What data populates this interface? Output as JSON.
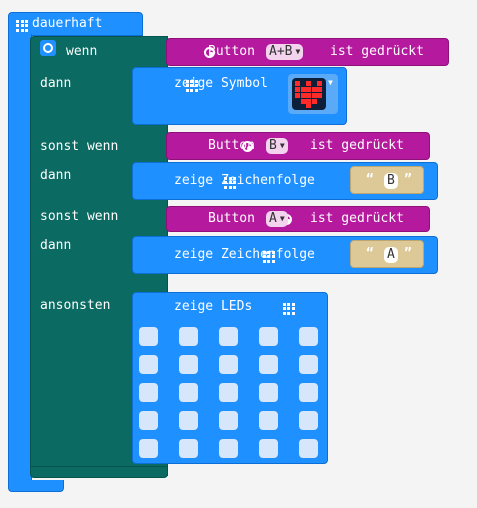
{
  "forever": {
    "label": "dauerhaft"
  },
  "if_block": {
    "if_label": "wenn",
    "then_label": "dann",
    "elseif_label": "sonst wenn",
    "else_label": "ansonsten"
  },
  "conditions": [
    {
      "prefix": "Button",
      "button": "A+B",
      "suffix": "ist gedrückt"
    },
    {
      "prefix": "Button",
      "button": "B",
      "suffix": "ist gedrückt"
    },
    {
      "prefix": "Button",
      "button": "A",
      "suffix": "ist gedrückt"
    }
  ],
  "actions": {
    "show_icon": "zeige Symbol",
    "show_string": "zeige Zeichenfolge",
    "string_b": "B",
    "string_a": "A",
    "show_leds": "zeige LEDs"
  },
  "icons": {
    "grid": "grid-icon",
    "settings": "gear-icon",
    "button": "radio-button-icon",
    "dropdown": "chevron-down-icon",
    "quote_open": "“",
    "quote_close": "”"
  },
  "colors": {
    "forever": "#1e90ff",
    "if": "#0b6a61",
    "input": "#b5199e",
    "string": "#ddc997"
  }
}
